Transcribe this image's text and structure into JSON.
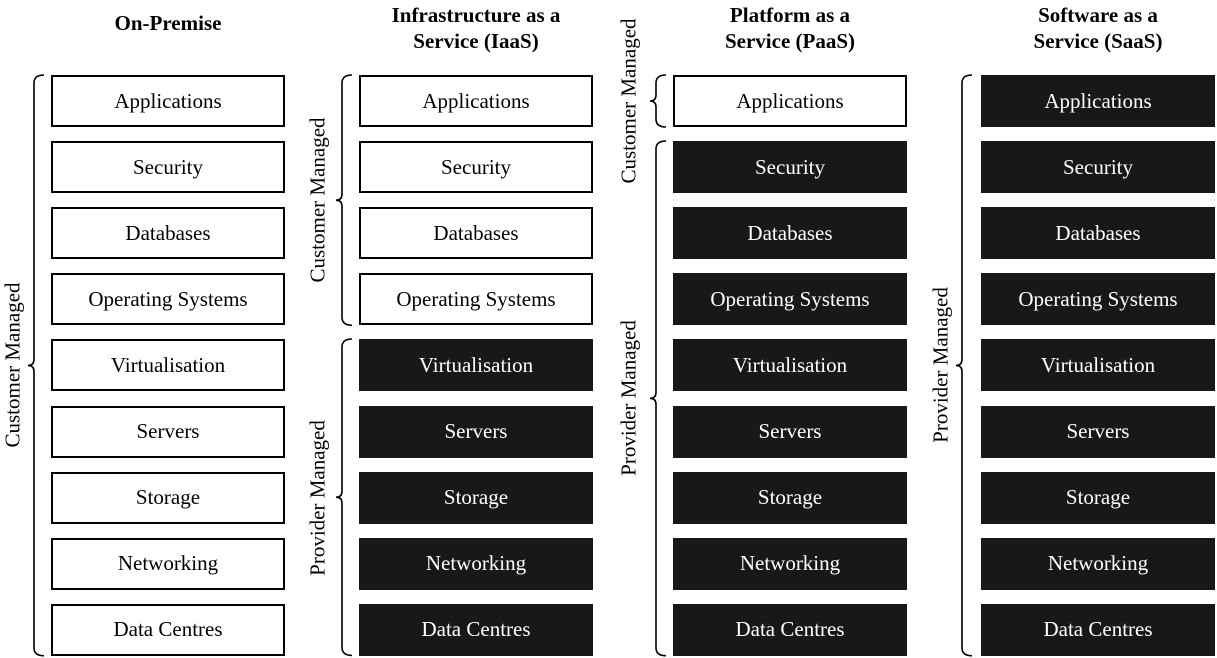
{
  "layers": [
    "Applications",
    "Security",
    "Databases",
    "Operating Systems",
    "Virtualisation",
    "Servers",
    "Storage",
    "Networking",
    "Data Centres"
  ],
  "columns": [
    {
      "title": "On-Premise",
      "managed_by": [
        "customer",
        "customer",
        "customer",
        "customer",
        "customer",
        "customer",
        "customer",
        "customer",
        "customer"
      ],
      "groups": [
        {
          "label": "Customer Managed",
          "from": 0,
          "to": 8
        }
      ]
    },
    {
      "title": "Infrastructure as a\nService (IaaS)",
      "managed_by": [
        "customer",
        "customer",
        "customer",
        "customer",
        "provider",
        "provider",
        "provider",
        "provider",
        "provider"
      ],
      "groups": [
        {
          "label": "Customer Managed",
          "from": 0,
          "to": 3
        },
        {
          "label": "Provider Managed",
          "from": 4,
          "to": 8
        }
      ]
    },
    {
      "title": "Platform as a\nService (PaaS)",
      "managed_by": [
        "customer",
        "provider",
        "provider",
        "provider",
        "provider",
        "provider",
        "provider",
        "provider",
        "provider"
      ],
      "groups": [
        {
          "label": "Customer Managed",
          "from": 0,
          "to": 0
        },
        {
          "label": "Provider Managed",
          "from": 1,
          "to": 8
        }
      ]
    },
    {
      "title": "Software as a\nService (SaaS)",
      "managed_by": [
        "provider",
        "provider",
        "provider",
        "provider",
        "provider",
        "provider",
        "provider",
        "provider",
        "provider"
      ],
      "groups": [
        {
          "label": "Provider Managed",
          "from": 0,
          "to": 8
        }
      ]
    }
  ]
}
